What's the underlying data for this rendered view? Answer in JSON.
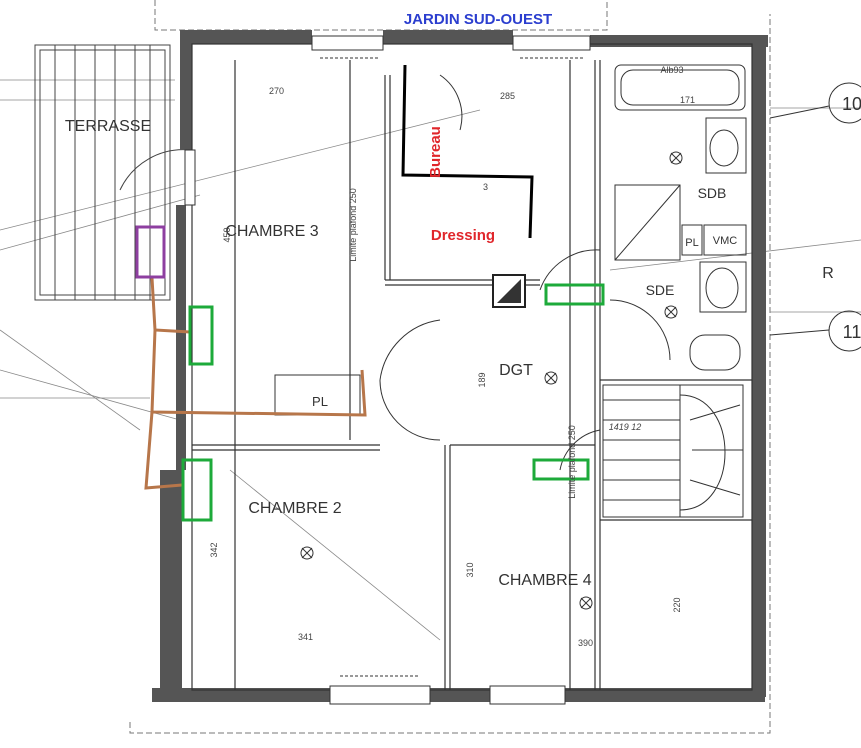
{
  "header": {
    "garden_label": "JARDIN SUD-OUEST"
  },
  "rooms": {
    "terrace": "TERRASSE",
    "bedroom3": "CHAMBRE 3",
    "bedroom2": "CHAMBRE 2",
    "bedroom4": "CHAMBRE 4",
    "landing": "DGT",
    "bathroom": "SDB",
    "shower_room": "SDE",
    "vmc": "VMC",
    "cupboard_bedroom3": "PL",
    "cupboard_bath": "PL"
  },
  "annotations": {
    "office": "Bureau",
    "dressing": "Dressing",
    "ceiling_limit": "Limite plafond 250",
    "ceiling_limit_2": "Limite plafond 250",
    "bath_model": "Alb93",
    "stairs_ref": "1419 12",
    "wall_marker_10": "10",
    "wall_marker_11": "11",
    "edge_letters": "R"
  },
  "dimensions": {
    "d270": "270",
    "d285": "285",
    "d171": "171",
    "d189": "189",
    "d3": "3",
    "d310": "310",
    "d342": "342",
    "d341": "341",
    "d390": "390",
    "d220": "220",
    "d450": "450"
  },
  "colors": {
    "wall": "#555555",
    "outline": "#222222",
    "markup_black": "#000000",
    "markup_red": "#e0262b",
    "markup_blue": "#2b3ecf",
    "markup_green": "#1daa3a",
    "markup_brown": "#b7764a",
    "markup_purple": "#8e3fa0"
  }
}
